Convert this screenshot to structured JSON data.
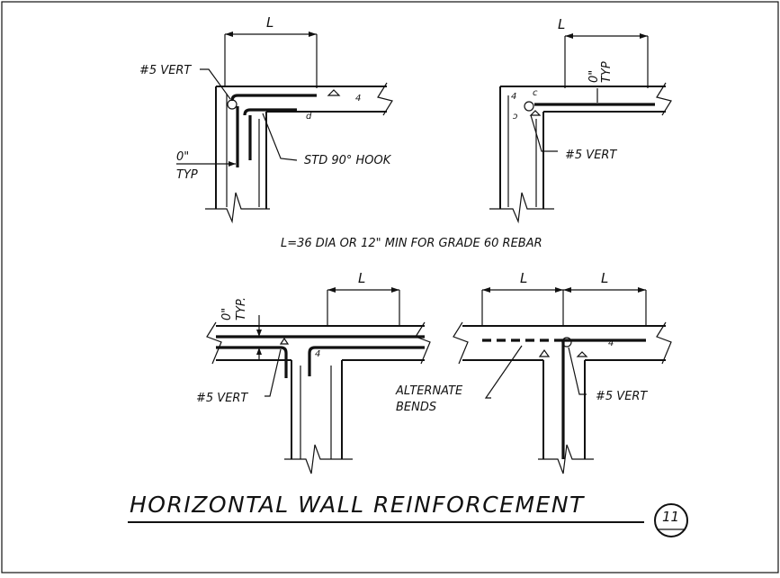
{
  "labels": {
    "dim_l": "L",
    "vert_bar": "#5 VERT",
    "zero": "0\"",
    "typ": "TYP",
    "typ_dot": "TYP.",
    "hook": "STD 90° HOOK",
    "note": "L=36 DIA OR 12\" MIN FOR GRADE 60 REBAR",
    "alternate": "ALTERNATE",
    "bends": "BENDS",
    "title": "HORIZONTAL WALL REINFORCEMENT",
    "detail_number": "11"
  }
}
